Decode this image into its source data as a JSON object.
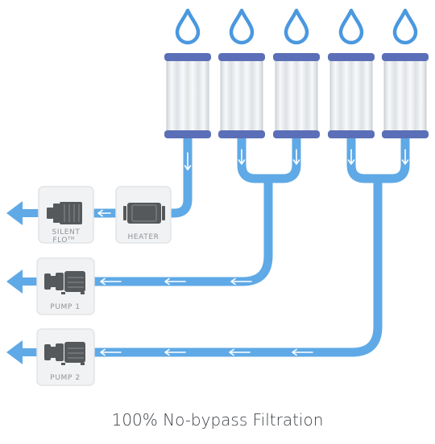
{
  "caption": "100% No-bypass Filtration",
  "filters": {
    "count": 5,
    "icon": "water-drop-icon"
  },
  "components": [
    {
      "id": "silent-flo",
      "label_line1": "SILENT",
      "label_line2": "FLO",
      "label_sup": "TM",
      "icon": "silent-flo-pump-icon"
    },
    {
      "id": "heater",
      "label": "HEATER",
      "icon": "heater-icon"
    },
    {
      "id": "pump-1",
      "label": "PUMP 1",
      "icon": "pump-icon"
    },
    {
      "id": "pump-2",
      "label": "PUMP 2",
      "icon": "pump-icon"
    }
  ],
  "colors": {
    "water_blue": "#5fa9e6",
    "drop_blue": "#4a98df",
    "cap_blue": "#5b6fb8",
    "filter_grey": "#e3e6ea",
    "box_bg": "#f1f2f3",
    "box_border": "#e1e3e5",
    "label_grey": "#8f9499",
    "equipment_dark": "#56595c"
  }
}
